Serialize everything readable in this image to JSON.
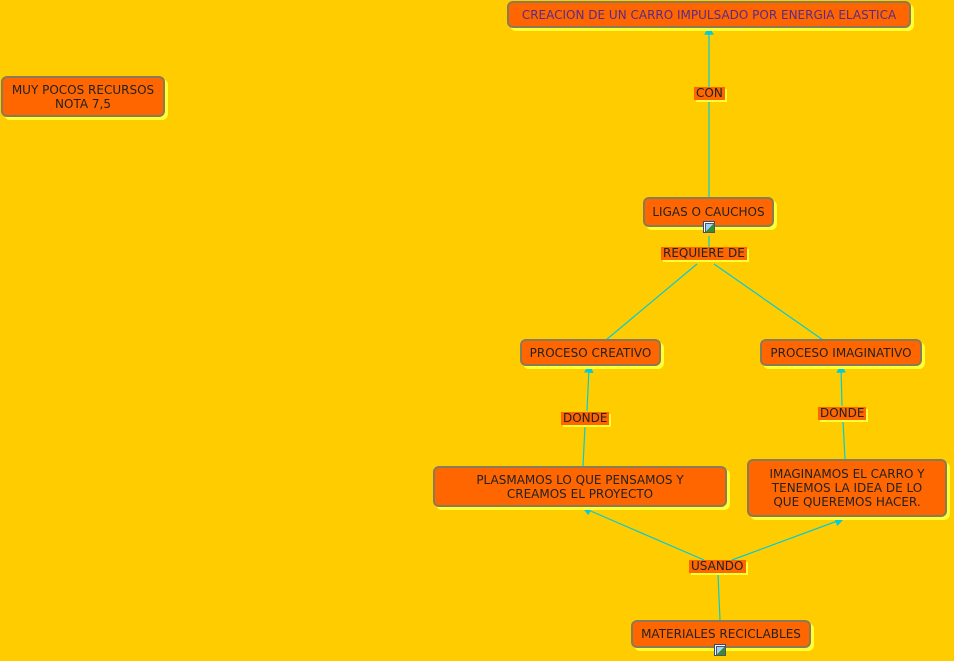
{
  "nodes": {
    "title": "CREACION DE UN CARRO IMPULSADO POR ENERGIA ELASTICA",
    "note_line1": "MUY POCOS RECURSOS",
    "note_line2": "NOTA 7,5",
    "ligas": "LIGAS O CAUCHOS",
    "proceso_creativo": "PROCESO CREATIVO",
    "proceso_imaginativo": "PROCESO IMAGINATIVO",
    "plasmamos": "PLASMAMOS LO QUE PENSAMOS Y CREAMOS EL PROYECTO",
    "imaginamos": "IMAGINAMOS EL CARRO Y TENEMOS LA IDEA DE LO QUE QUEREMOS HACER.",
    "materiales": "MATERIALES RECICLABLES"
  },
  "links": {
    "con": "CON",
    "requiere_de": "REQUIERE DE",
    "donde_left": "DONDE",
    "donde_right": "DONDE",
    "usando": "USANDO"
  },
  "colors": {
    "background": "#ffcc00",
    "node_fill": "#ff6600",
    "node_border": "#8a7a55",
    "shadow": "#ffff33",
    "connector": "#00ccdd"
  },
  "icons": {
    "ligas_attachment": "image-icon",
    "materiales_attachment": "image-icon"
  }
}
